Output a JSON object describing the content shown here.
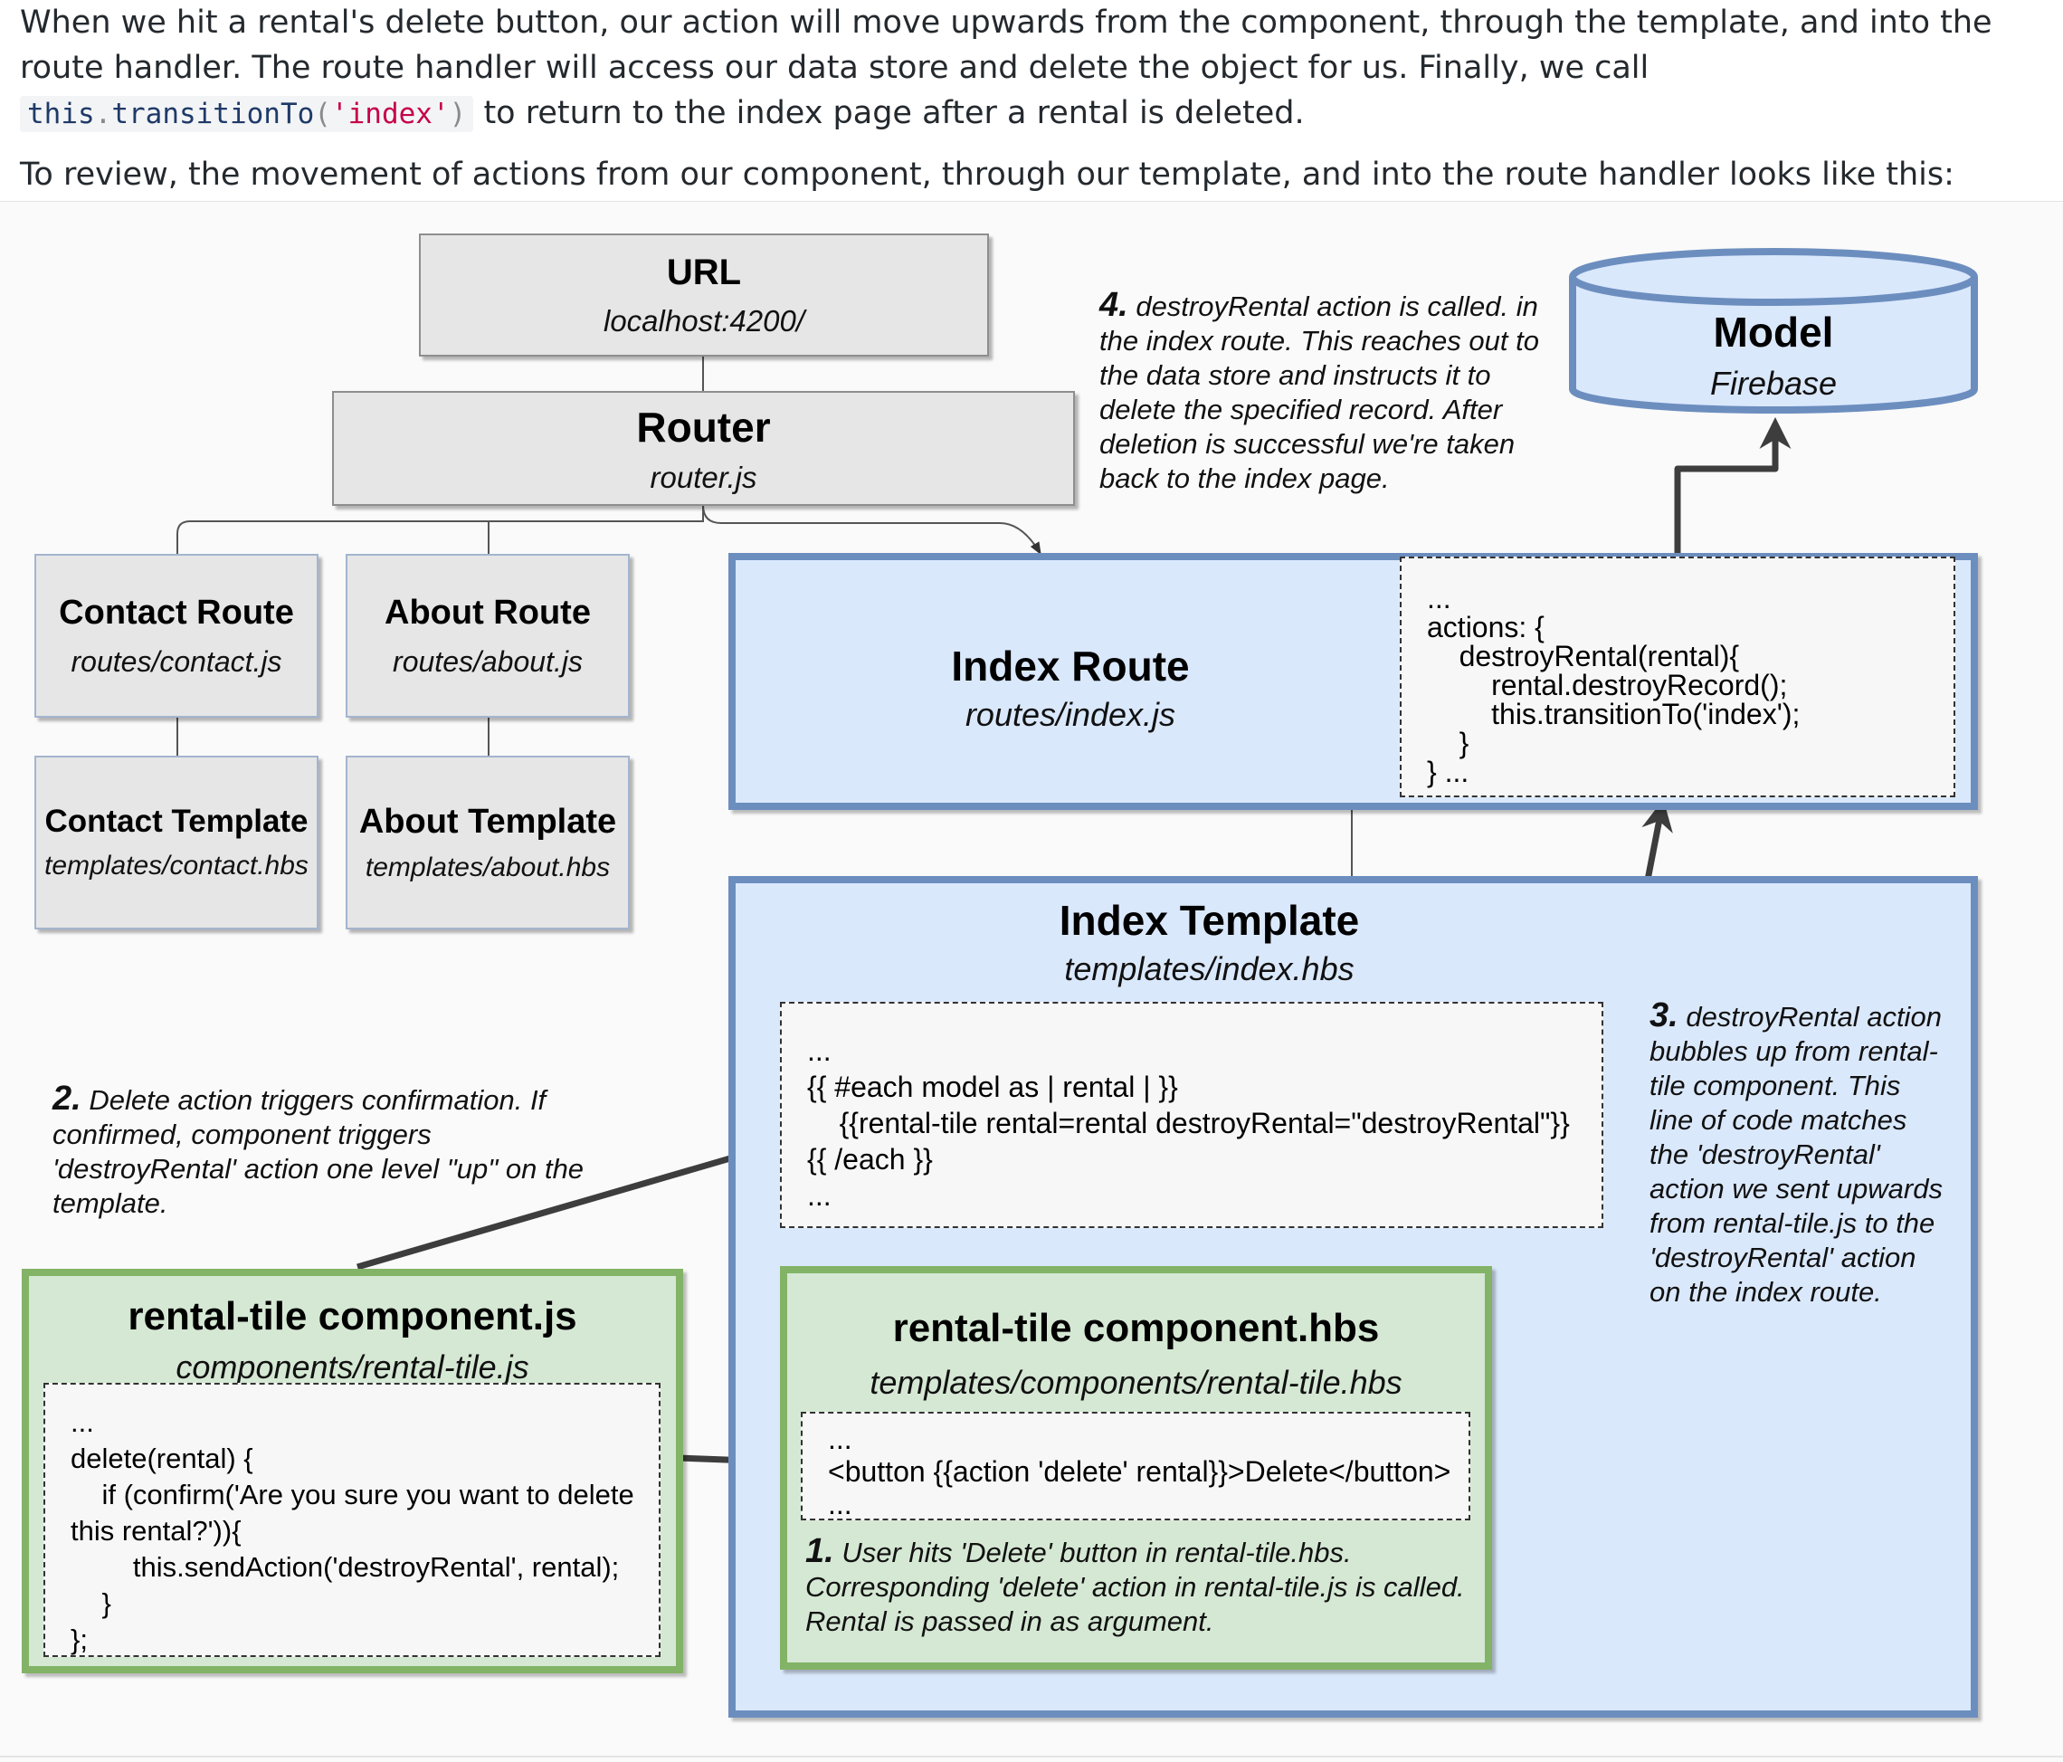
{
  "intro": {
    "p1_before": "When we hit a rental's delete button, our action will move upwards from the component, through the template, and into the route handler. The route handler will access our data store and delete the object for us. Finally, we call",
    "p1_code_this": "this",
    "p1_code_dot": ".",
    "p1_code_method": "transitionTo",
    "p1_code_open": "(",
    "p1_code_arg": "'index'",
    "p1_code_close": ")",
    "p1_after": "to return to the index page after a rental is deleted.",
    "p2": "To review, the movement of actions from our component, through our template, and into the route handler looks like this:"
  },
  "diagram": {
    "url": {
      "title": "URL",
      "subtitle": "localhost:4200/"
    },
    "router": {
      "title": "Router",
      "subtitle": "router.js"
    },
    "contact_route": {
      "title": "Contact Route",
      "subtitle": "routes/contact.js"
    },
    "about_route": {
      "title": "About Route",
      "subtitle": "routes/about.js"
    },
    "contact_template": {
      "title": "Contact Template",
      "subtitle": "templates/contact.hbs"
    },
    "about_template": {
      "title": "About Template",
      "subtitle": "templates/about.hbs"
    },
    "index_route": {
      "title": "Index Route",
      "subtitle": "routes/index.js",
      "code": "...\nactions: {\n    destroyRental(rental){\n        rental.destroyRecord();\n        this.transitionTo('index');\n    }\n} ..."
    },
    "model": {
      "title": "Model",
      "subtitle": "Firebase"
    },
    "index_template": {
      "title": "Index Template",
      "subtitle": "templates/index.hbs",
      "code": "...\n{{ #each model as | rental | }}\n    {{rental-tile rental=rental destroyRental=\"destroyRental\"}}\n{{ /each }}\n..."
    },
    "component_js": {
      "title": "rental-tile component.js",
      "subtitle": "components/rental-tile.js",
      "code": "...\ndelete(rental) {\n    if (confirm('Are you sure you want to delete\nthis rental?')){\n        this.sendAction('destroyRental', rental);\n    }\n};"
    },
    "component_hbs": {
      "title": "rental-tile component.hbs",
      "subtitle": "templates/components/rental-tile.hbs",
      "code": "...\n<button {{action 'delete' rental}}>Delete</button>\n..."
    },
    "notes": {
      "n1_num": "1.",
      "n1_text": "User hits 'Delete' button in rental-tile.hbs. Corresponding 'delete' action in rental-tile.js is called. Rental is passed in as argument.",
      "n2_num": "2.",
      "n2_text": "Delete action triggers confirmation. If confirmed, component triggers 'destroyRental' action one level \"up\" on the template.",
      "n3_num": "3.",
      "n3_text": "destroyRental action bubbles up from rental-tile component. This line of code matches the 'destroyRental' action we sent upwards from rental-tile.js to the 'destroyRental' action on the index route.",
      "n4_num": "4.",
      "n4_text": "destroyRental action is called. in the index route. This reaches out to the data store and instructs it to delete the specified record. After deletion is successful we're taken back to the index page."
    }
  }
}
